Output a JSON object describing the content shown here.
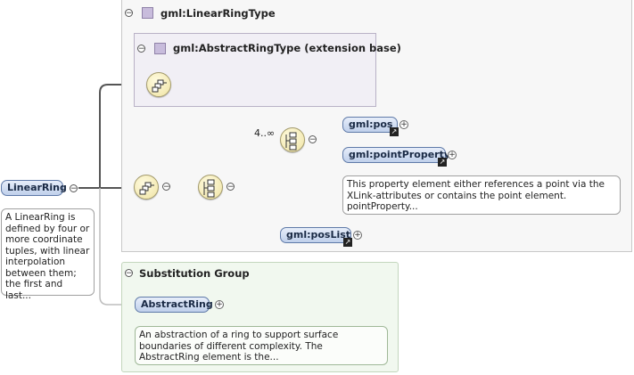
{
  "linear_ring_type": {
    "title": "gml:LinearRingType"
  },
  "abstract_ring_type": {
    "title": "gml:AbstractRingType (extension base)"
  },
  "root": {
    "label": "LinearRing",
    "doc": "A LinearRing is defined by four or more coordinate tuples, with linear interpolation between them; the first and last..."
  },
  "choice": {
    "occurrence": "4..∞"
  },
  "pos": {
    "label": "gml:pos"
  },
  "point_property": {
    "label": "gml:pointProperty",
    "doc": "This property element either references a point via the XLink-attributes or contains the point element. pointProperty..."
  },
  "pos_list": {
    "label": "gml:posList"
  },
  "substitution_group": {
    "title": "Substitution Group",
    "label": "AbstractRing",
    "doc": "An abstraction of a ring to support surface boundaries of different complexity. The AbstractRing element is the..."
  }
}
